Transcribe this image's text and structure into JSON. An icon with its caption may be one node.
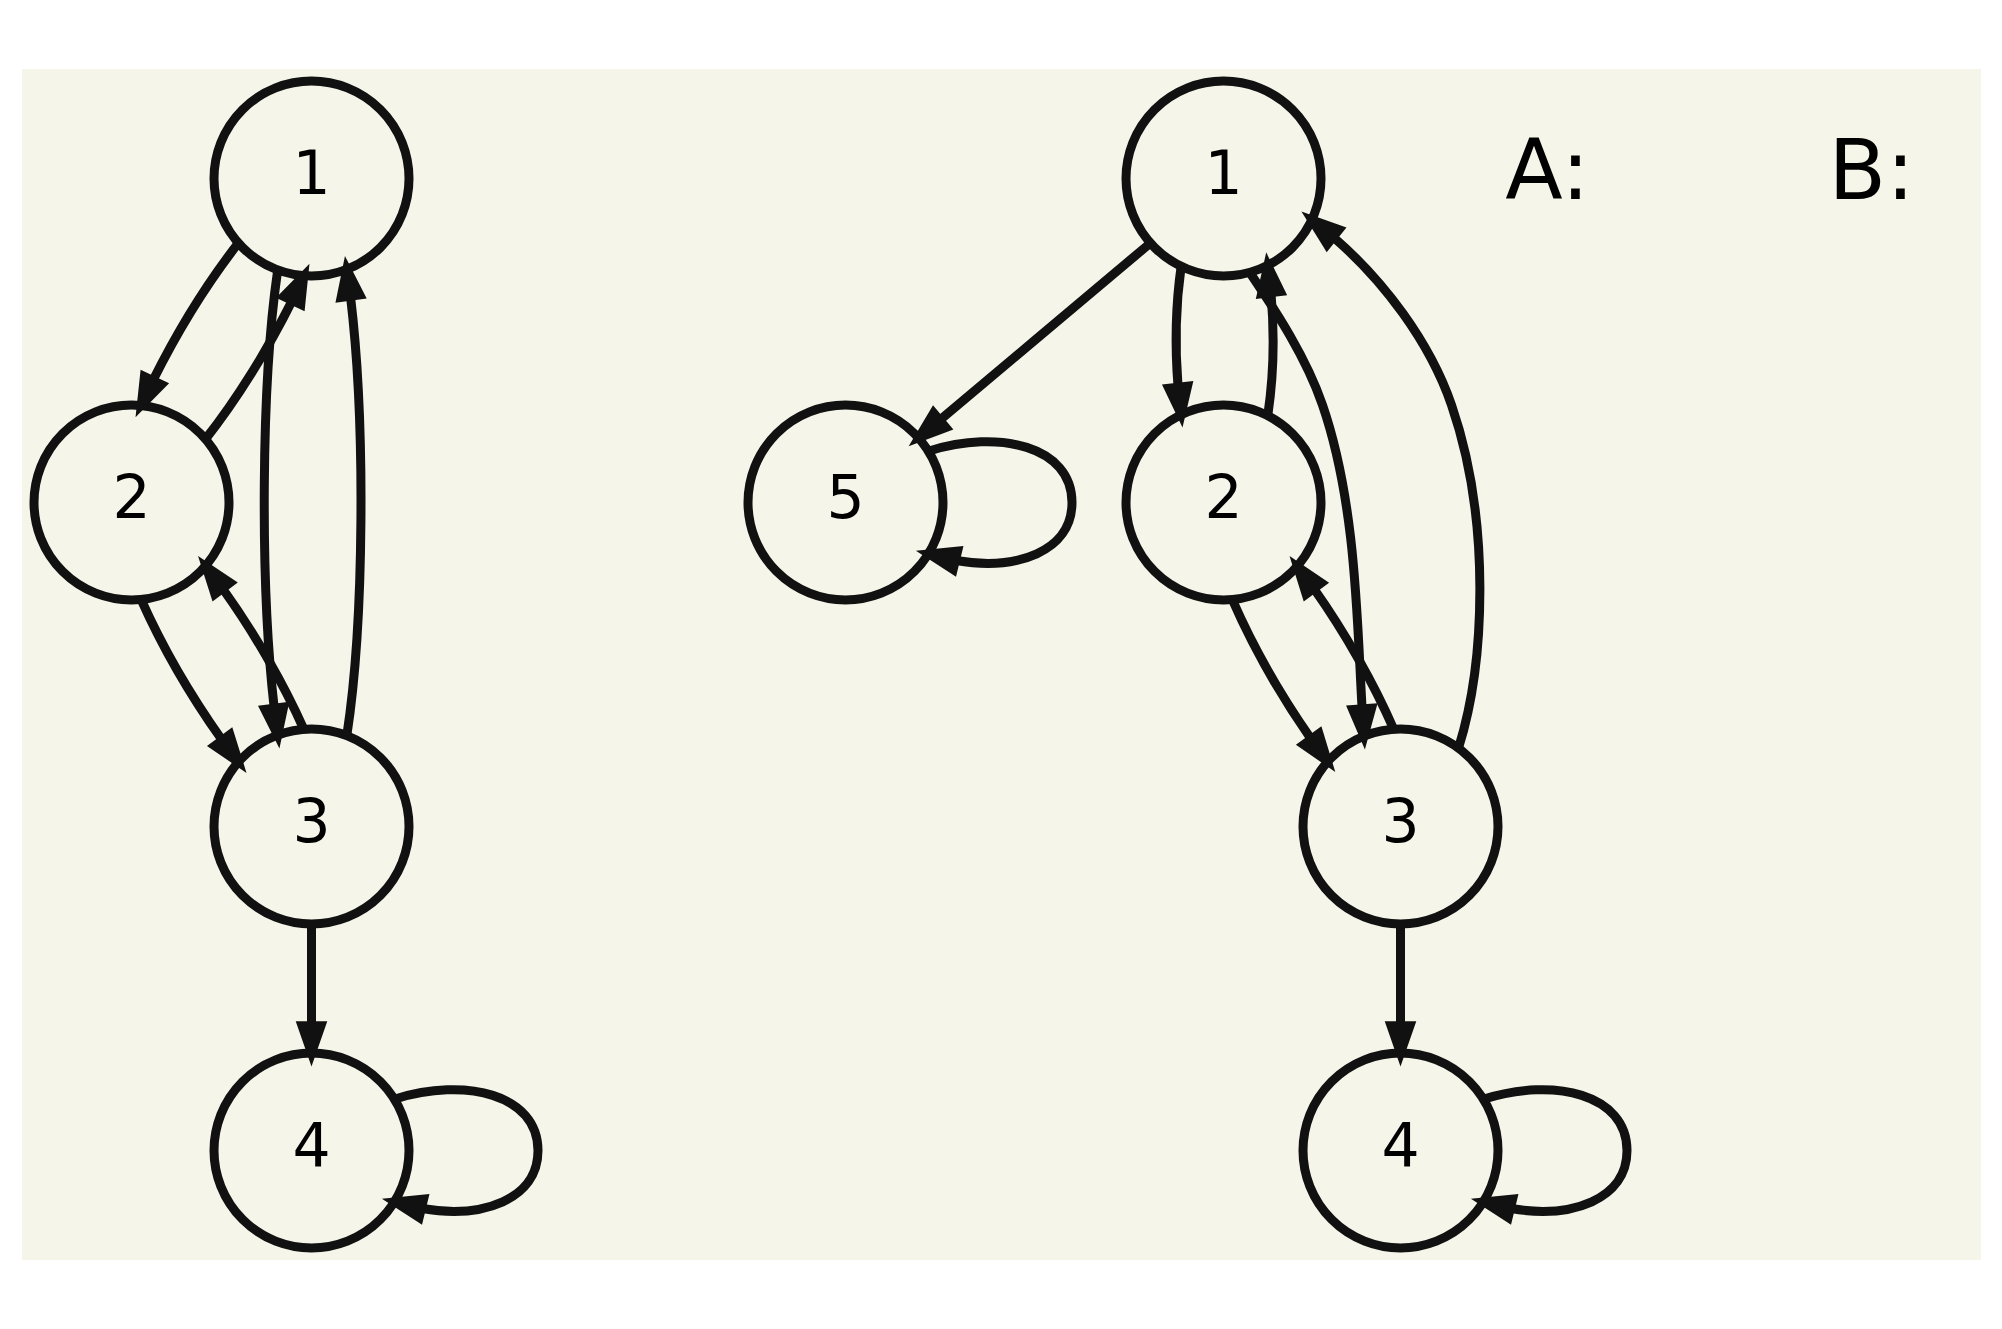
{
  "diagram": {
    "nodes": [
      {
        "text": [
          "1"
        ]
      },
      {
        "text": [
          "2"
        ]
      },
      {
        "text": [
          "3"
        ]
      },
      {
        "text": [
          "4"
        ]
      },
      {
        "text": [
          "5"
        ]
      },
      {
        "text": [
          "1"
        ]
      },
      {
        "text": [
          "2"
        ]
      },
      {
        "text": [
          "3"
        ]
      },
      {
        "text": [
          "4"
        ]
      }
    ],
    "edges": [
      {
        "from": 0,
        "to": 1,
        "arrow": "to"
      },
      {
        "from": 1,
        "to": 0,
        "arrow": "to"
      },
      {
        "from": 0,
        "to": 2,
        "arrow": "to"
      },
      {
        "from": 2,
        "to": 0,
        "arrow": "to"
      },
      {
        "from": 2,
        "to": 1,
        "arrow": "to"
      },
      {
        "from": 1,
        "to": 2,
        "arrow": "to"
      },
      {
        "from": 2,
        "to": 3,
        "arrow": "to"
      },
      {
        "from": 3,
        "to": 3,
        "arrow": "to"
      },
      {
        "from": 5,
        "to": 4,
        "arrow": "to"
      },
      {
        "from": 4,
        "to": 4,
        "arrow": "to"
      },
      {
        "from": 5,
        "to": 6,
        "arrow": "to"
      },
      {
        "from": 6,
        "to": 5,
        "arrow": "to"
      },
      {
        "from": 5,
        "to": 7,
        "arrow": "to"
      },
      {
        "from": 7,
        "to": 5,
        "arrow": "to"
      },
      {
        "from": 7,
        "to": 6,
        "arrow": "to"
      },
      {
        "from": 6,
        "to": 7,
        "arrow": "to"
      },
      {
        "from": 7,
        "to": 8,
        "arrow": "to"
      },
      {
        "from": 8,
        "to": 8,
        "arrow": "to"
      }
    ],
    "labels": [
      "A:",
      "B:"
    ]
  }
}
